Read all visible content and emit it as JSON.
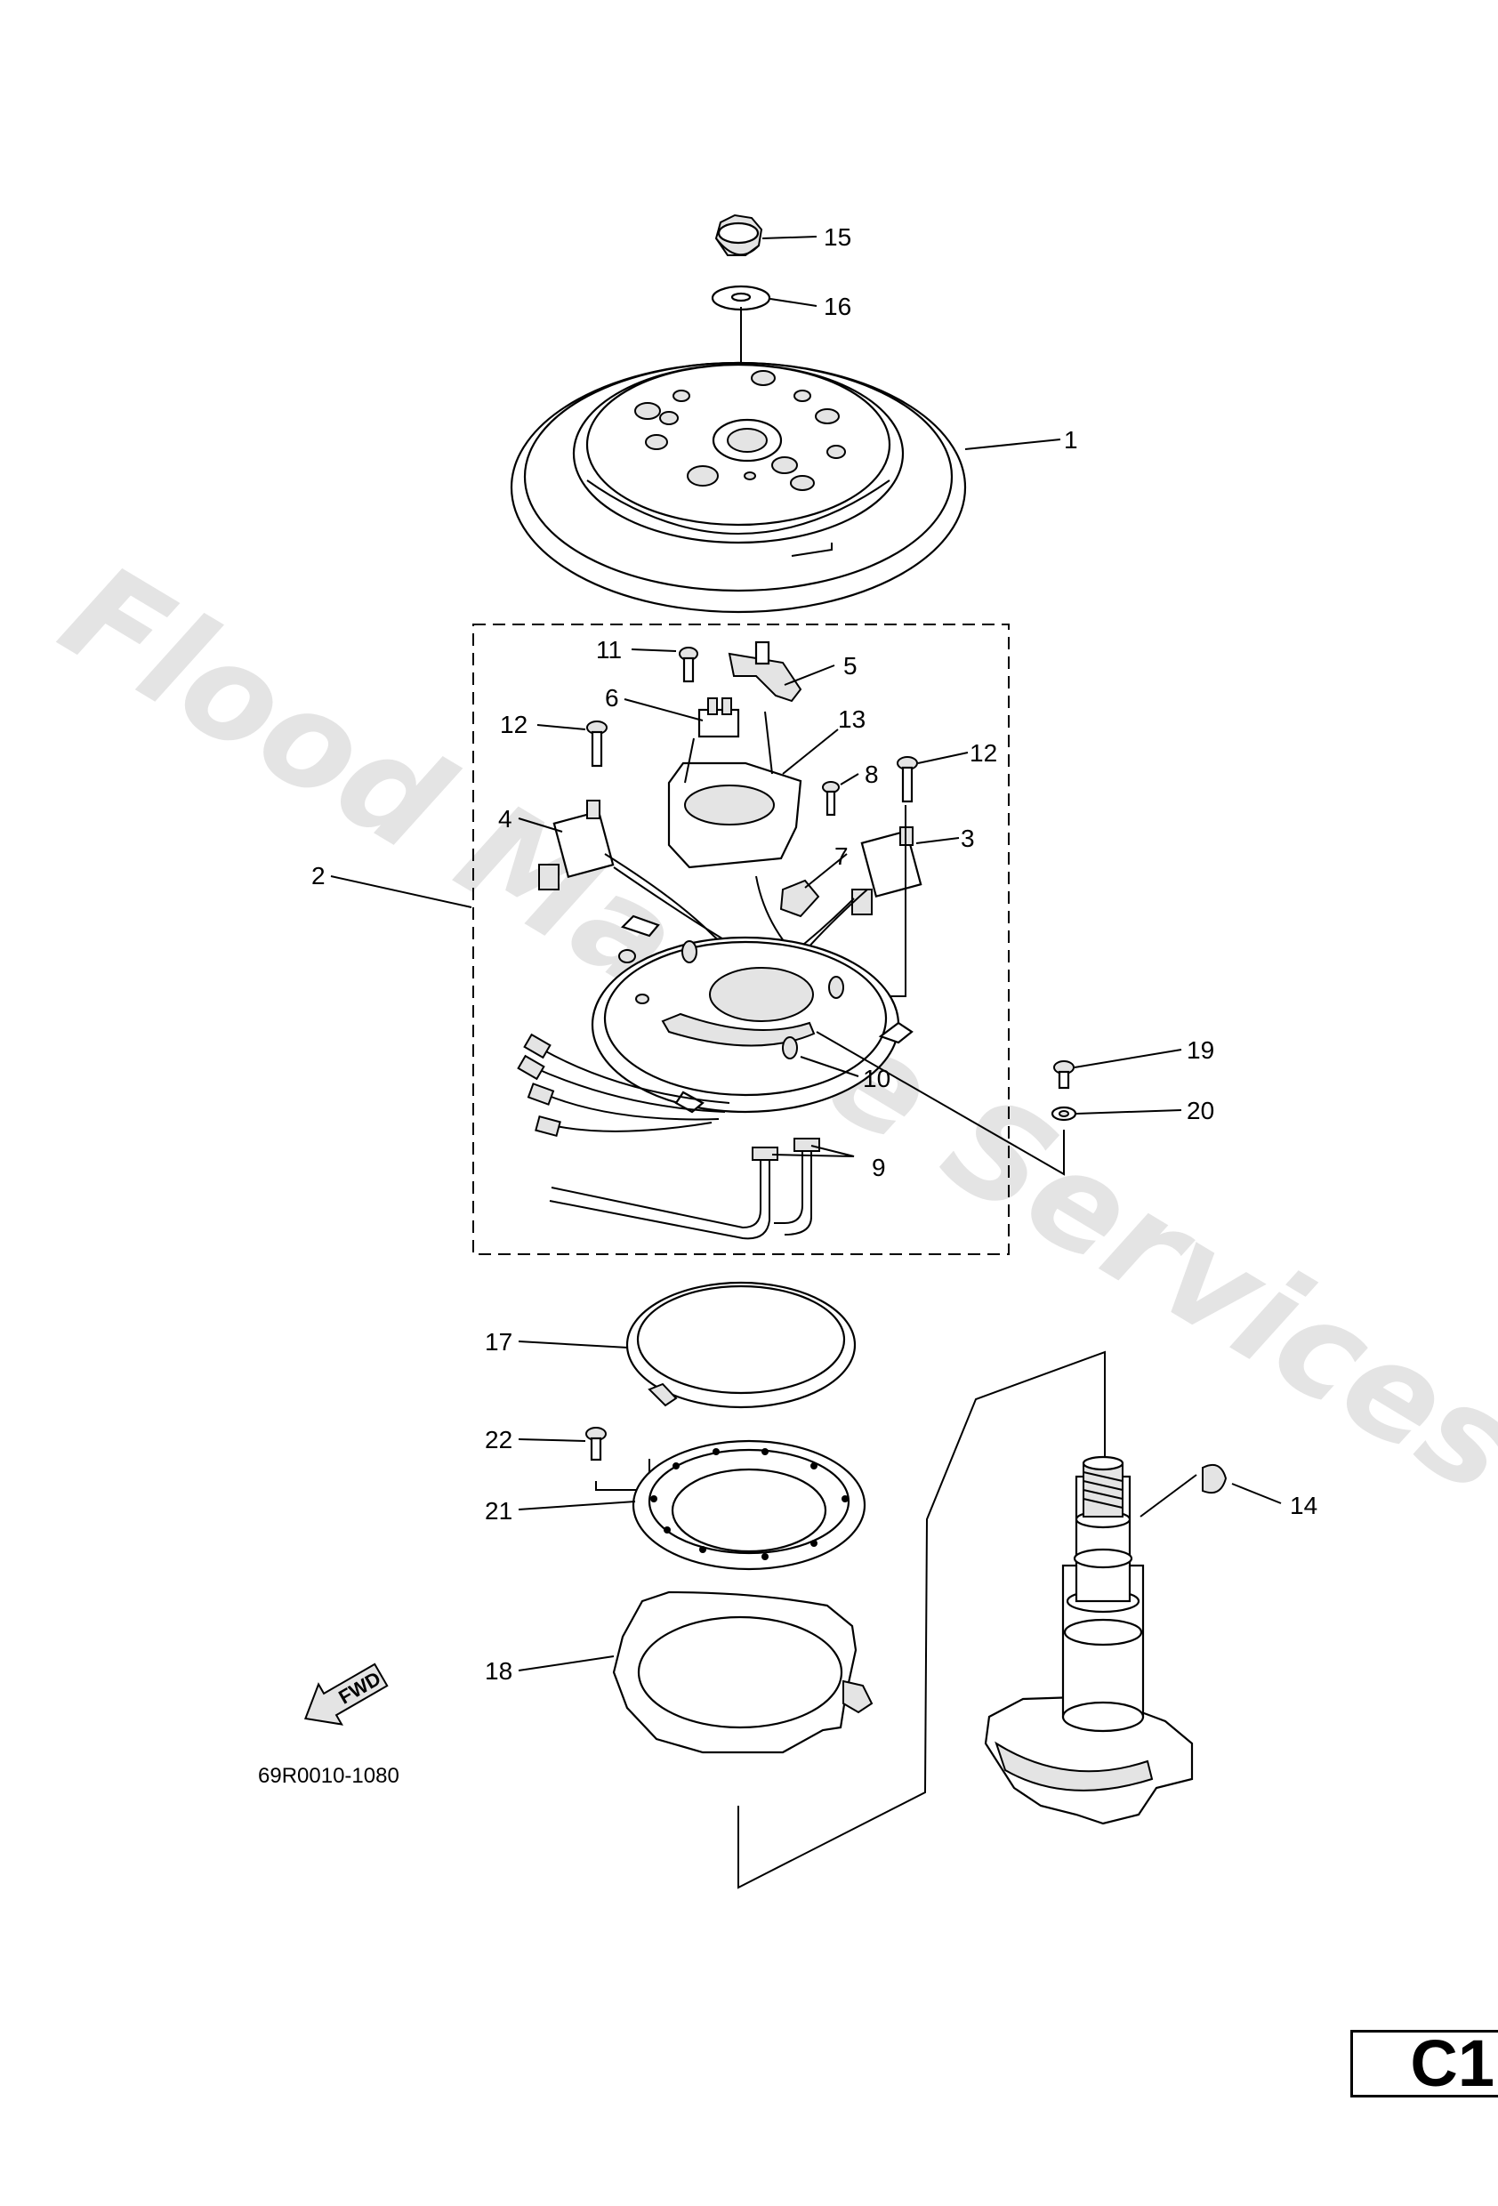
{
  "watermark": "Flood Marine Services",
  "drawing_code": "69R0010-1080",
  "page_label": "C1",
  "fwd_label": "FWD",
  "callouts": [
    "15",
    "16",
    "1",
    "11",
    "5",
    "6",
    "13",
    "12",
    "12",
    "8",
    "3",
    "4",
    "7",
    "2",
    "19",
    "20",
    "10",
    "9",
    "17",
    "22",
    "14",
    "21",
    "18"
  ]
}
